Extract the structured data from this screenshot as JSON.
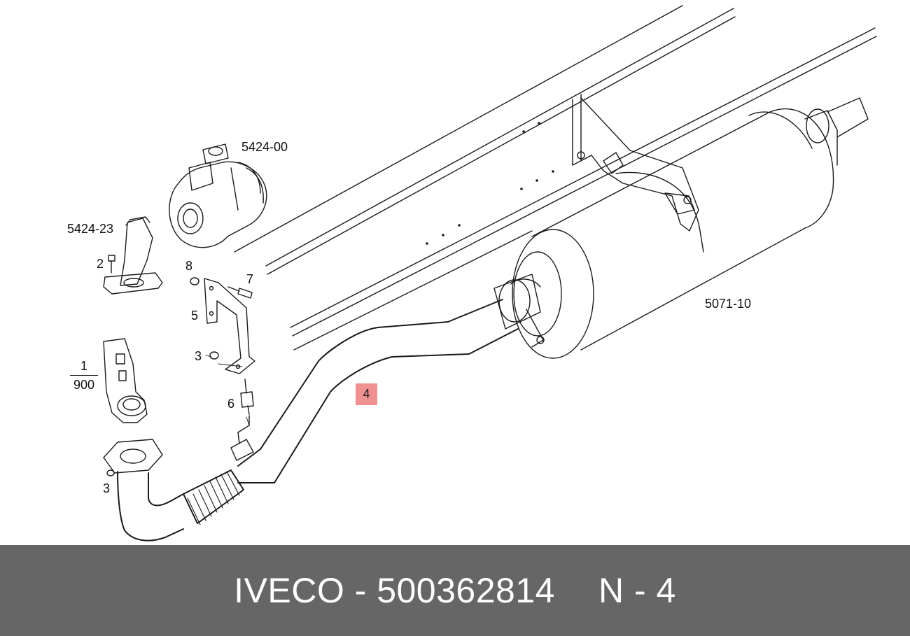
{
  "diagram": {
    "labels": {
      "turbo": "5424-00",
      "elbow": "5424-23",
      "bolt_2": "2",
      "nut_8": "8",
      "screw_7": "7",
      "bracket_5": "5",
      "nut_3_upper": "3",
      "stud_6": "6",
      "nut_3_lower": "3",
      "muffler": "5071-10",
      "mount_numerator": "1",
      "mount_denominator": "900"
    },
    "highlight": {
      "label": "4",
      "color": "#f08c8c"
    }
  },
  "footer": {
    "brand_part": "IVECO - 500362814",
    "position": "N - 4",
    "background": "#666666",
    "text_color": "#ffffff"
  }
}
